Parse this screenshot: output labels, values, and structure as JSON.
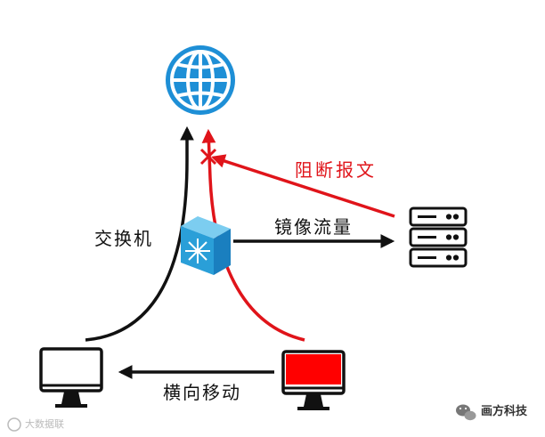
{
  "labels": {
    "switch": "交换机",
    "mirror_traffic": "镜像流量",
    "block_message": "阻断报文",
    "lateral_movement": "横向移动"
  },
  "brand": {
    "name": "画方科技",
    "icon": "wechat-icon"
  },
  "watermark": "大数据联",
  "colors": {
    "globe": "#1e8fd6",
    "switch": "#2a9fd8",
    "attack_red": "#e0141a",
    "infected_screen": "#ff0000",
    "line": "#111111"
  },
  "nodes": [
    "internet-globe",
    "network-switch",
    "server",
    "normal-computer",
    "infected-computer"
  ]
}
